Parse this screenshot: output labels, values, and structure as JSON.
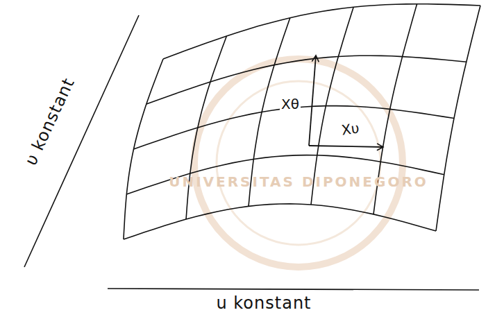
{
  "diagram": {
    "labels": [
      "υ konstant",
      "u konstant",
      "Xθ",
      "Xυ",
      "UNIVERSITAS DIPONEGORO"
    ]
  }
}
